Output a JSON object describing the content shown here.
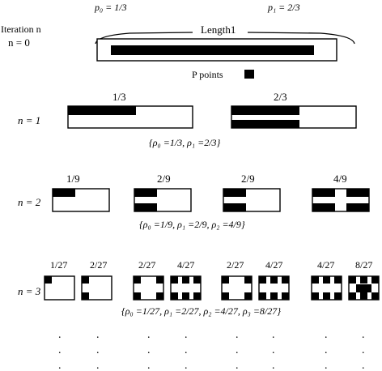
{
  "header": {
    "p0": "p₀ = 1/3",
    "p1": "p₁ = 2/3",
    "length": "Length1",
    "iteration_label": "Iteration n",
    "n0": "n = 0",
    "p_points": "P points"
  },
  "rows": [
    {
      "label": "n = 1",
      "cells": [
        "1/3",
        "2/3"
      ],
      "rho": "{ρ₀ =1/3, ρ₁ =2/3}"
    },
    {
      "label": "n = 2",
      "cells": [
        "1/9",
        "2/9",
        "2/9",
        "4/9"
      ],
      "rho": "{ρ₀ =1/9, ρ₁ =2/9, ρ₂ =4/9}"
    },
    {
      "label": "n = 3",
      "cells": [
        "1/27",
        "2/27",
        "2/27",
        "4/27",
        "2/27",
        "4/27",
        "4/27",
        "8/27"
      ],
      "rho": "{ρ₀ =1/27, ρ₁ =2/27, ρ₂ =4/27, ρ₃ =8/27}"
    }
  ],
  "dots": "."
}
